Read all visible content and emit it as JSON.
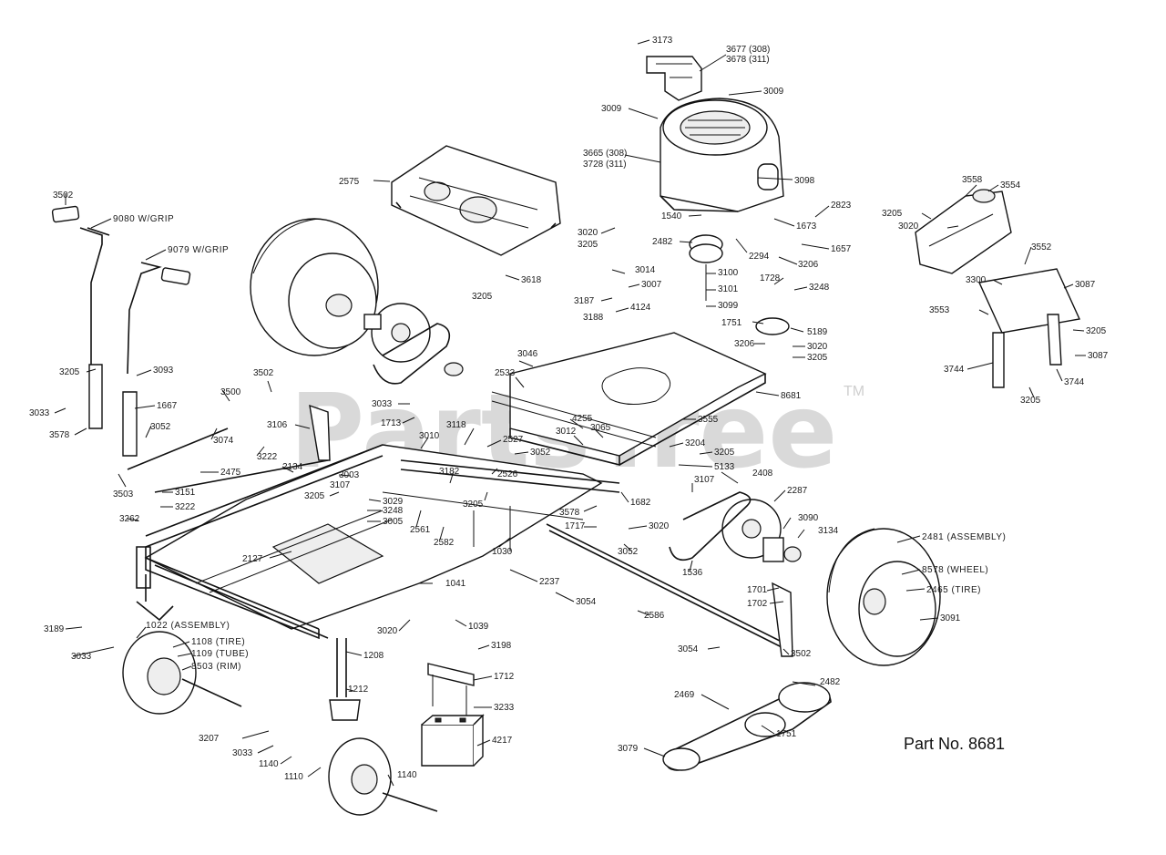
{
  "watermark": {
    "text": "PartsTree",
    "trademark": "TM"
  },
  "part_number": "Part No. 8681",
  "callouts": [
    "3173",
    "3677 (308)",
    "3678 (311)",
    "3009",
    "3009",
    "3665 (308)",
    "3728 (311)",
    "3098",
    "2823",
    "1540",
    "3020",
    "3205",
    "1673",
    "2482",
    "2294",
    "1657",
    "3206",
    "2575",
    "3618",
    "3205",
    "3014",
    "3007",
    "3187",
    "3188",
    "4124",
    "3100",
    "3101",
    "3099",
    "1728",
    "3248",
    "1751",
    "5189",
    "3206",
    "3020",
    "3205",
    "3558",
    "3554",
    "3205",
    "3020",
    "3552",
    "3300",
    "3087",
    "3553",
    "3205",
    "3744",
    "3087",
    "3205",
    "3744",
    "3502",
    "9080 W/GRIP",
    "9079 W/GRIP",
    "3205",
    "3093",
    "3033",
    "1667",
    "3578",
    "3502",
    "3500",
    "3052",
    "3074",
    "3106",
    "3222",
    "2134",
    "3503",
    "2475",
    "3151",
    "3222",
    "3046",
    "2533",
    "8681",
    "3033",
    "1713",
    "3118",
    "3010",
    "4255",
    "3012",
    "3065",
    "3555",
    "3204",
    "3205",
    "5133",
    "2527",
    "3052",
    "2526",
    "3003",
    "3205",
    "3107",
    "3182",
    "3205",
    "3029",
    "3248",
    "3005",
    "2561",
    "2582",
    "3107",
    "2408",
    "1682",
    "3578",
    "1717",
    "3020",
    "3052",
    "2287",
    "3090",
    "3134",
    "2481 (ASSEMBLY)",
    "8578 (WHEEL)",
    "2465 (TIRE)",
    "3091",
    "1536",
    "1701",
    "1702",
    "3262",
    "2127",
    "1030",
    "2237",
    "1041",
    "3054",
    "2586",
    "3054",
    "3502",
    "3189",
    "3033",
    "1022 (ASSEMBLY)",
    "1108 (TIRE)",
    "1109 (TUBE)",
    "8503 (RIM)",
    "1208",
    "3020",
    "1039",
    "3198",
    "1712",
    "1212",
    "3233",
    "2469",
    "2482",
    "3207",
    "3033",
    "1140",
    "1110",
    "1140",
    "4217",
    "3079",
    "1751"
  ]
}
